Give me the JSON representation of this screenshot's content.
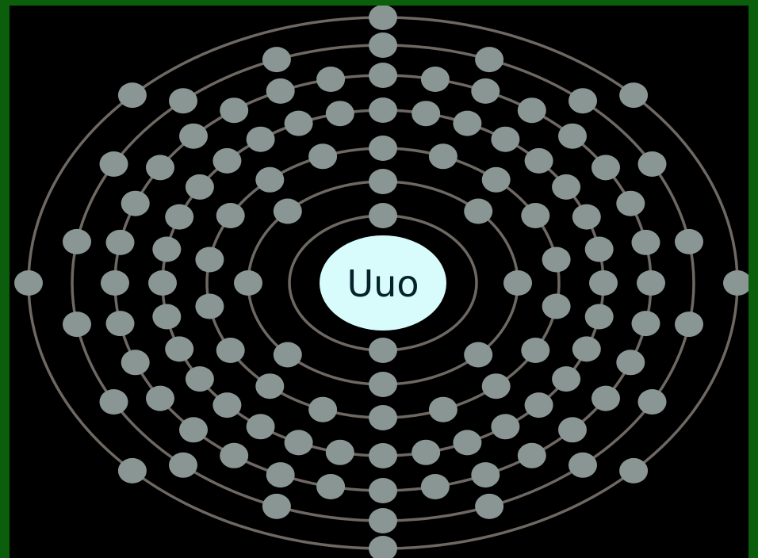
{
  "diagram": {
    "element_symbol": "Uuo",
    "shells": [
      {
        "n": 1,
        "electrons": 2
      },
      {
        "n": 2,
        "electrons": 8
      },
      {
        "n": 3,
        "electrons": 18
      },
      {
        "n": 4,
        "electrons": 32
      },
      {
        "n": 5,
        "electrons": 32
      },
      {
        "n": 6,
        "electrons": 18
      },
      {
        "n": 7,
        "electrons": 8
      }
    ],
    "colors": {
      "frame": "#0b5e0b",
      "background": "#000000",
      "orbit": "#6e6863",
      "electron": "#8a9694",
      "nucleus": "#d8fbfb",
      "nucleus_text": "#05222a"
    }
  }
}
